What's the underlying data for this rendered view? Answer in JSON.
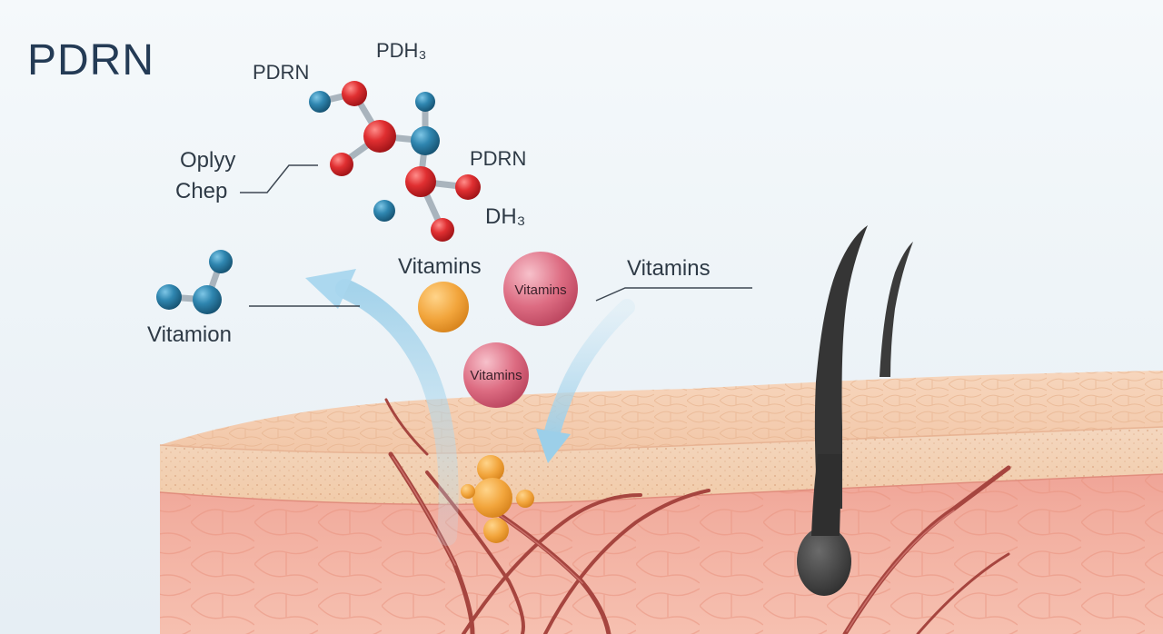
{
  "title": "PDRN",
  "labels": {
    "molecule_top_left": "PDRN",
    "molecule_top_right": "PDH₃",
    "molecule_right": "PDRN",
    "molecule_right_low": "DH₃",
    "callout_line1": "Oplyy",
    "callout_line2": "Chep",
    "vitamion": "Vitamion",
    "vitamins_center": "Vitamins",
    "vitamins_right": "Vitamins"
  },
  "spheres": {
    "large_sphere_label": "Vitamins",
    "small_sphere_label": "Vitamins"
  },
  "colors": {
    "background": "#eef3f7",
    "atom_red": "#d9262b",
    "atom_blue": "#2a7fa8",
    "vitamin_sphere_pink": "#d85a72",
    "vitamin_sphere_orange": "#f2a23a",
    "skin_top": "#f6cfb2",
    "skin_dermis": "#f1a89a",
    "hair": "#3a3a3a",
    "vessel": "#a94b45",
    "arrow": "#bcdff2"
  },
  "icons": {
    "molecule": "molecule-icon",
    "hair": "hair-icon",
    "arrow_left": "arrow-up-left-icon",
    "arrow_right": "arrow-down-right-icon"
  }
}
